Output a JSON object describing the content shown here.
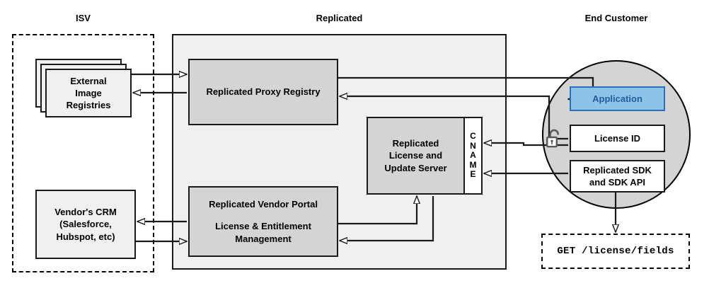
{
  "diagram": {
    "title_zones": [
      {
        "key": "isv",
        "label": "ISV"
      },
      {
        "key": "replicated",
        "label": "Replicated"
      },
      {
        "key": "end_customer",
        "label": "End Customer"
      }
    ]
  },
  "isv": {
    "zone_label": "ISV",
    "external_registries": {
      "label": "External\nImage\nRegistries",
      "line1": "External",
      "line2": "Image",
      "line3": "Registries",
      "stacked": true,
      "stack_count": 3
    },
    "vendor_crm": {
      "line1": "Vendor's CRM",
      "line2": "(Salesforce,",
      "line3": "Hubspot, etc)"
    }
  },
  "replicated": {
    "zone_label": "Replicated",
    "proxy_registry": {
      "label": "Replicated Proxy Registry"
    },
    "license_server": {
      "line1": "Replicated",
      "line2": "License and",
      "line3": "Update Server"
    },
    "cname": {
      "letters": [
        "C",
        "N",
        "A",
        "M",
        "E"
      ],
      "label": "CNAME"
    },
    "vendor_portal": {
      "line1": "Replicated Vendor Portal",
      "line2": "License & Entitlement",
      "line3": "Management"
    }
  },
  "end_customer": {
    "zone_label": "End Customer",
    "application": {
      "label": "Application"
    },
    "license_id": {
      "label": "License ID"
    },
    "sdk": {
      "line1": "Replicated SDK",
      "line2": "and SDK API"
    },
    "lock_icon": "unlocked-padlock-icon",
    "api_call": {
      "label": "GET /license/fields"
    }
  },
  "colors": {
    "application_fill": "#8ec3e8",
    "application_border": "#2a70b8",
    "application_text": "#1f5c9e",
    "node_grey": "#d4d4d4",
    "node_light": "#f0f0f0",
    "zone_fill": "#f0f0f0",
    "circle_fill": "#d4d4d4",
    "stroke": "#1a1a1a"
  }
}
